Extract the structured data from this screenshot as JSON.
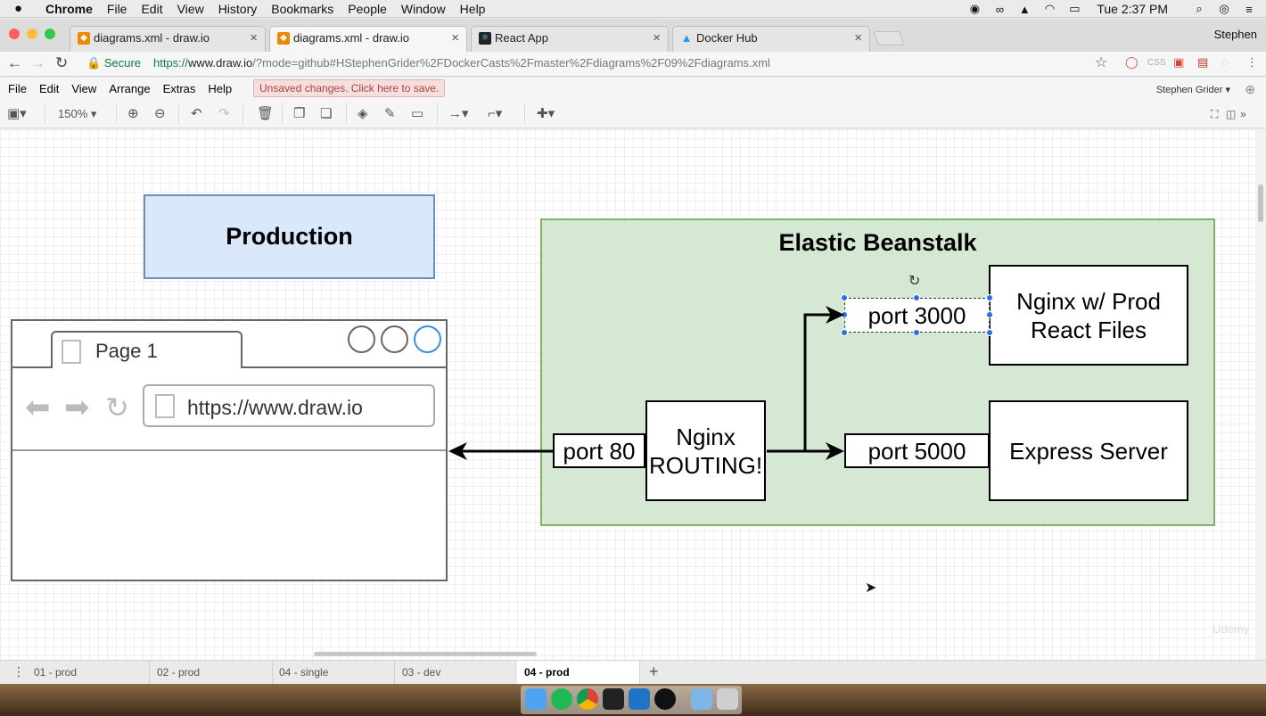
{
  "mac": {
    "apple": "",
    "app_name": "Chrome",
    "menus": [
      "File",
      "Edit",
      "View",
      "History",
      "Bookmarks",
      "People",
      "Window",
      "Help"
    ],
    "clock": "Tue 2:37 PM"
  },
  "tabs": [
    {
      "title": "diagrams.xml - draw.io"
    },
    {
      "title": "diagrams.xml - draw.io"
    },
    {
      "title": "React App"
    },
    {
      "title": "Docker Hub"
    }
  ],
  "profile_name": "Stephen",
  "omnibar": {
    "secure_label": "Secure",
    "url_scheme": "https://",
    "url_host": "www.draw.io",
    "url_rest": "/?mode=github#HStephenGrider%2FDockerCasts%2Fmaster%2Fdiagrams%2F09%2Fdiagrams.xml"
  },
  "drawio_menu": {
    "items": [
      "File",
      "Edit",
      "View",
      "Arrange",
      "Extras",
      "Help"
    ],
    "unsaved": "Unsaved changes. Click here to save.",
    "user": "Stephen Grider"
  },
  "toolbar": {
    "zoom": "150%"
  },
  "diagram": {
    "production": "Production",
    "eb_title": "Elastic Beanstalk",
    "nginx_prod_line1": "Nginx w/ Prod",
    "nginx_prod_line2": "React Files",
    "port3000": "port 3000",
    "port5000": "port 5000",
    "express": "Express Server",
    "port80": "port 80",
    "nginx_routing_line1": "Nginx",
    "nginx_routing_line2": "ROUTING!"
  },
  "mockup": {
    "tab_label": "Page 1",
    "url": "https://www.draw.io"
  },
  "watermark": "Udemy",
  "pages": [
    "01 - prod",
    "02 - prod",
    "04 - single",
    "03 - dev",
    "04 - prod"
  ],
  "active_page": "04 - prod",
  "colors": {
    "production_fill": "#dae8fc",
    "production_stroke": "#6c8ebf",
    "eb_fill": "#d5e8d4",
    "eb_stroke": "#82b366",
    "selection": "#2c6ee8"
  }
}
